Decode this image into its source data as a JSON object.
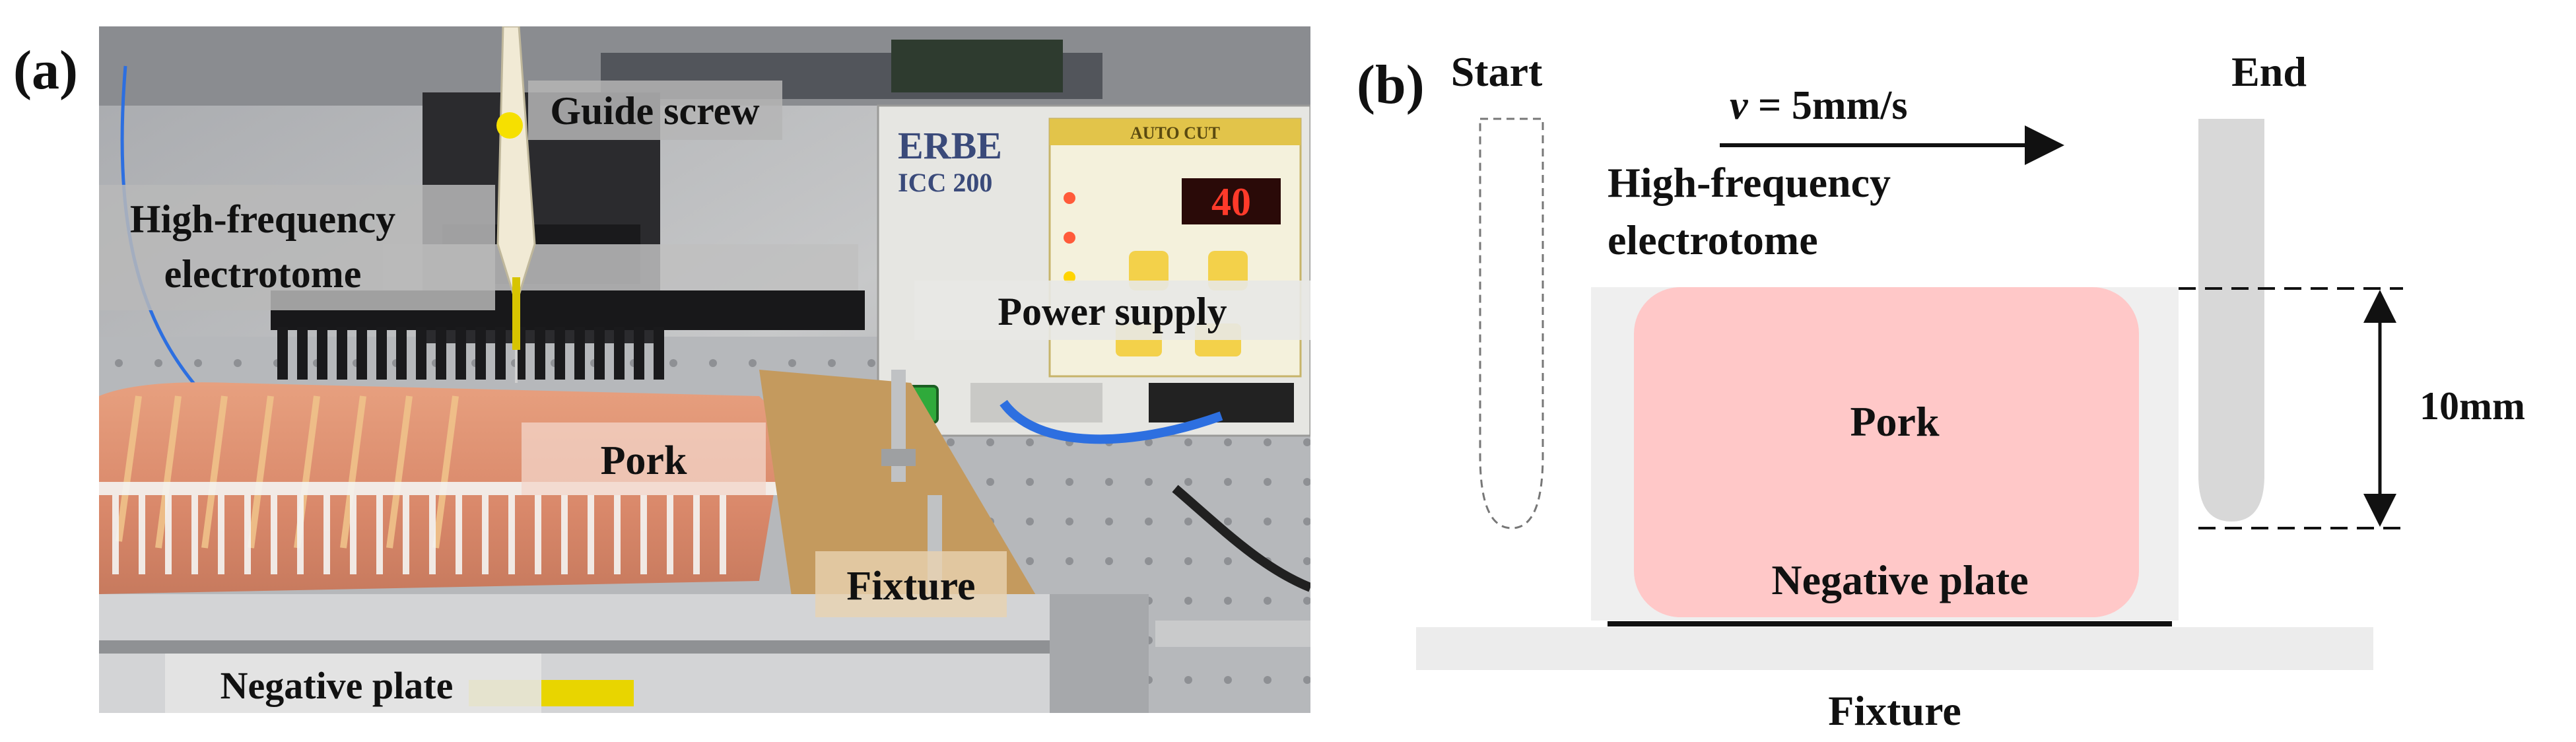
{
  "panel_a": {
    "label": "(a)",
    "labels": {
      "guide_screw": "Guide screw",
      "electrotome_line1": "High-frequency",
      "electrotome_line2": "electrotome",
      "power_supply": "Power supply",
      "pork": "Pork",
      "fixture": "Fixture",
      "negative_plate": "Negative plate"
    },
    "device": {
      "brand": "ERBE",
      "model": "ICC 200",
      "mode": "AUTO CUT",
      "display_value": "40"
    }
  },
  "panel_b": {
    "label": "(b)",
    "start": "Start",
    "end": "End",
    "velocity_symbol": "v",
    "velocity_value": " = 5mm/s",
    "electrotome_line1": "High-frequency",
    "electrotome_line2": "electrotome",
    "pork": "Pork",
    "negative_plate": "Negative plate",
    "fixture": "Fixture",
    "dimension": "10mm"
  },
  "colors": {
    "pork_photo": "#d9886a",
    "pork_diagram": "#ffc8c8",
    "fixture_photo": "#c49a5e",
    "device_body": "#e6e6e2",
    "led_red": "#ff3a2a",
    "diagram_gray": "#d8d8d8",
    "diagram_light": "#efefef"
  }
}
